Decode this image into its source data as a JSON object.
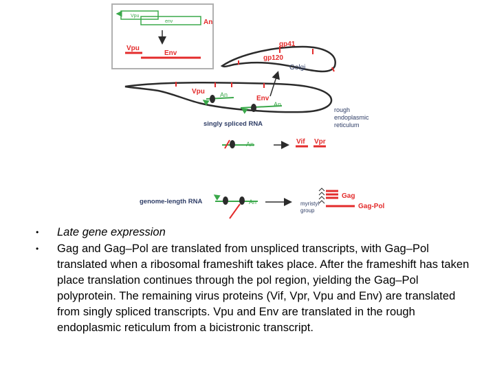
{
  "diagram": {
    "inset": {
      "vpu_gene": "Vpu",
      "env_gene": "env",
      "poly_a": "An",
      "vpu_protein": "Vpu",
      "env_protein": "Env"
    },
    "labels": {
      "gp41": "gp41",
      "gp120": "gp120",
      "golgi": "Golgi",
      "vpu": "Vpu",
      "env": "Env",
      "poly_a": "An",
      "rer_line1": "rough",
      "rer_line2": "endoplasmic",
      "rer_line3": "reticulum",
      "singly_spliced": "singly spliced RNA",
      "vif": "Vif",
      "vpr": "Vpr",
      "genome_length": "genome-length RNA",
      "gag": "Gag",
      "gag_pol": "Gag-Pol",
      "myristyl_line1": "myristyl",
      "myristyl_line2": "group"
    },
    "colors": {
      "red": "#e32b2b",
      "green": "#3aa84a",
      "dark": "#2b2b2b",
      "inset_border": "#b0b0b0",
      "label_blue": "#2e3d66"
    }
  },
  "bullets": [
    {
      "marker": "•",
      "text": "Late gene expression"
    },
    {
      "marker": "•",
      "text": "Gag and Gag–Pol are translated from unspliced transcripts, with Gag–Pol translated when a ribosomal frameshift takes place.  After the frameshift has taken place translation continues through the pol region, yielding the Gag–Pol polyprotein. The remaining virus proteins (Vif, Vpr, Vpu and Env) are translated from singly spliced transcripts. Vpu and Env are translated in the rough endoplasmic reticulum from a bicistronic transcript."
    }
  ]
}
